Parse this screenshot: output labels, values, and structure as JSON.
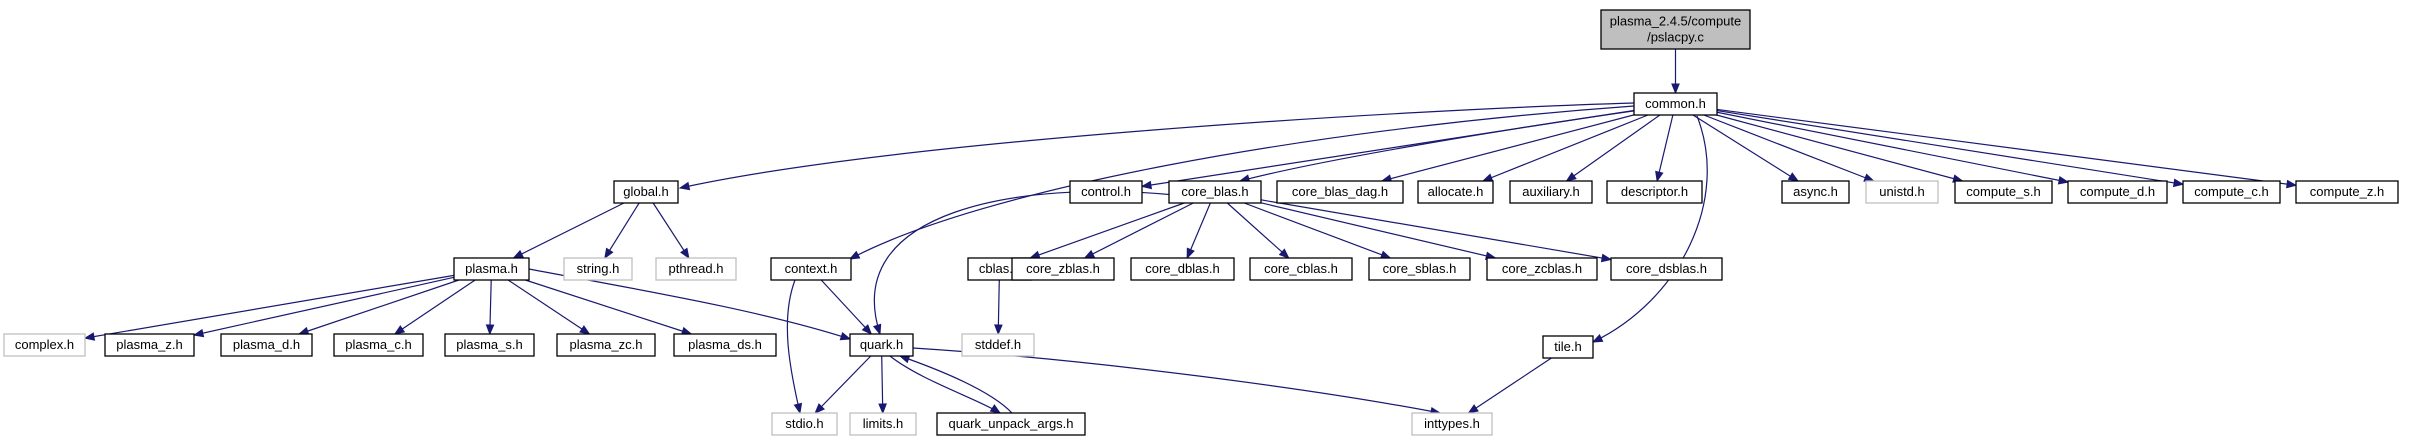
{
  "graph": {
    "type": "include-dependency-graph",
    "colors": {
      "edge": "#191970",
      "root_fill": "#bfbfbf",
      "node_border": "#000000",
      "missing_node_border": "#bfbfbf"
    },
    "nodes": [
      {
        "id": "root",
        "lines": [
          "plasma_2.4.5/compute",
          "/pslacpy.c"
        ],
        "style": "root"
      },
      {
        "id": "common",
        "lines": [
          "common.h"
        ],
        "style": "normal"
      },
      {
        "id": "global",
        "lines": [
          "global.h"
        ],
        "style": "normal"
      },
      {
        "id": "control",
        "lines": [
          "control.h"
        ],
        "style": "normal"
      },
      {
        "id": "core_blas",
        "lines": [
          "core_blas.h"
        ],
        "style": "normal"
      },
      {
        "id": "core_blas_dag",
        "lines": [
          "core_blas_dag.h"
        ],
        "style": "normal"
      },
      {
        "id": "allocate",
        "lines": [
          "allocate.h"
        ],
        "style": "normal"
      },
      {
        "id": "auxiliary",
        "lines": [
          "auxiliary.h"
        ],
        "style": "normal"
      },
      {
        "id": "descriptor",
        "lines": [
          "descriptor.h"
        ],
        "style": "normal"
      },
      {
        "id": "async",
        "lines": [
          "async.h"
        ],
        "style": "normal"
      },
      {
        "id": "unistd",
        "lines": [
          "unistd.h"
        ],
        "style": "missing"
      },
      {
        "id": "compute_s",
        "lines": [
          "compute_s.h"
        ],
        "style": "normal"
      },
      {
        "id": "compute_d",
        "lines": [
          "compute_d.h"
        ],
        "style": "normal"
      },
      {
        "id": "compute_c",
        "lines": [
          "compute_c.h"
        ],
        "style": "normal"
      },
      {
        "id": "compute_z",
        "lines": [
          "compute_z.h"
        ],
        "style": "normal"
      },
      {
        "id": "plasma",
        "lines": [
          "plasma.h"
        ],
        "style": "normal"
      },
      {
        "id": "string",
        "lines": [
          "string.h"
        ],
        "style": "missing"
      },
      {
        "id": "pthread",
        "lines": [
          "pthread.h"
        ],
        "style": "missing"
      },
      {
        "id": "context",
        "lines": [
          "context.h"
        ],
        "style": "normal"
      },
      {
        "id": "cblas",
        "lines": [
          "cblas.h"
        ],
        "style": "normal"
      },
      {
        "id": "core_zblas",
        "lines": [
          "core_zblas.h"
        ],
        "style": "normal"
      },
      {
        "id": "core_dblas",
        "lines": [
          "core_dblas.h"
        ],
        "style": "normal"
      },
      {
        "id": "core_cblas",
        "lines": [
          "core_cblas.h"
        ],
        "style": "normal"
      },
      {
        "id": "core_sblas",
        "lines": [
          "core_sblas.h"
        ],
        "style": "normal"
      },
      {
        "id": "core_zcblas",
        "lines": [
          "core_zcblas.h"
        ],
        "style": "normal"
      },
      {
        "id": "core_dsblas",
        "lines": [
          "core_dsblas.h"
        ],
        "style": "normal"
      },
      {
        "id": "tile",
        "lines": [
          "tile.h"
        ],
        "style": "normal"
      },
      {
        "id": "complex",
        "lines": [
          "complex.h"
        ],
        "style": "missing"
      },
      {
        "id": "plasma_z",
        "lines": [
          "plasma_z.h"
        ],
        "style": "normal"
      },
      {
        "id": "plasma_d",
        "lines": [
          "plasma_d.h"
        ],
        "style": "normal"
      },
      {
        "id": "plasma_c",
        "lines": [
          "plasma_c.h"
        ],
        "style": "normal"
      },
      {
        "id": "plasma_s",
        "lines": [
          "plasma_s.h"
        ],
        "style": "normal"
      },
      {
        "id": "plasma_zc",
        "lines": [
          "plasma_zc.h"
        ],
        "style": "normal"
      },
      {
        "id": "plasma_ds",
        "lines": [
          "plasma_ds.h"
        ],
        "style": "normal"
      },
      {
        "id": "quark",
        "lines": [
          "quark.h"
        ],
        "style": "normal"
      },
      {
        "id": "stddef",
        "lines": [
          "stddef.h"
        ],
        "style": "missing"
      },
      {
        "id": "stdio",
        "lines": [
          "stdio.h"
        ],
        "style": "missing"
      },
      {
        "id": "limits",
        "lines": [
          "limits.h"
        ],
        "style": "missing"
      },
      {
        "id": "quark_unpack_args",
        "lines": [
          "quark_unpack_args.h"
        ],
        "style": "normal"
      },
      {
        "id": "inttypes",
        "lines": [
          "inttypes.h"
        ],
        "style": "missing"
      }
    ],
    "edges": [
      {
        "from": "root",
        "to": "common"
      },
      {
        "from": "common",
        "to": "global"
      },
      {
        "from": "common",
        "to": "control"
      },
      {
        "from": "common",
        "to": "core_blas"
      },
      {
        "from": "common",
        "to": "core_blas_dag"
      },
      {
        "from": "common",
        "to": "allocate"
      },
      {
        "from": "common",
        "to": "auxiliary"
      },
      {
        "from": "common",
        "to": "descriptor"
      },
      {
        "from": "common",
        "to": "async"
      },
      {
        "from": "common",
        "to": "unistd"
      },
      {
        "from": "common",
        "to": "compute_s"
      },
      {
        "from": "common",
        "to": "compute_d"
      },
      {
        "from": "common",
        "to": "compute_c"
      },
      {
        "from": "common",
        "to": "compute_z"
      },
      {
        "from": "common",
        "to": "context"
      },
      {
        "from": "common",
        "to": "tile"
      },
      {
        "from": "global",
        "to": "plasma"
      },
      {
        "from": "global",
        "to": "string"
      },
      {
        "from": "global",
        "to": "pthread"
      },
      {
        "from": "core_blas",
        "to": "cblas"
      },
      {
        "from": "core_blas",
        "to": "core_zblas"
      },
      {
        "from": "core_blas",
        "to": "core_dblas"
      },
      {
        "from": "core_blas",
        "to": "core_cblas"
      },
      {
        "from": "core_blas",
        "to": "core_sblas"
      },
      {
        "from": "core_blas",
        "to": "core_zcblas"
      },
      {
        "from": "core_blas",
        "to": "core_dsblas"
      },
      {
        "from": "core_blas",
        "to": "quark"
      },
      {
        "from": "plasma",
        "to": "complex"
      },
      {
        "from": "plasma",
        "to": "plasma_z"
      },
      {
        "from": "plasma",
        "to": "plasma_d"
      },
      {
        "from": "plasma",
        "to": "plasma_c"
      },
      {
        "from": "plasma",
        "to": "plasma_s"
      },
      {
        "from": "plasma",
        "to": "plasma_zc"
      },
      {
        "from": "plasma",
        "to": "plasma_ds"
      },
      {
        "from": "plasma",
        "to": "quark"
      },
      {
        "from": "context",
        "to": "quark"
      },
      {
        "from": "context",
        "to": "stdio"
      },
      {
        "from": "cblas",
        "to": "stddef"
      },
      {
        "from": "quark",
        "to": "stdio"
      },
      {
        "from": "quark",
        "to": "limits"
      },
      {
        "from": "quark",
        "to": "quark_unpack_args"
      },
      {
        "from": "quark",
        "to": "inttypes"
      },
      {
        "from": "quark_unpack_args",
        "to": "quark"
      },
      {
        "from": "tile",
        "to": "inttypes"
      }
    ]
  }
}
